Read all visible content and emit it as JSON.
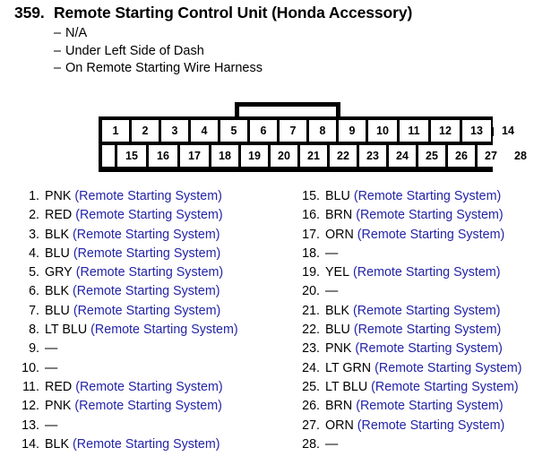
{
  "header": {
    "number": "359.",
    "title": "Remote Starting Control Unit (Honda Accessory)",
    "details": [
      {
        "dash": "–",
        "text": "N/A"
      },
      {
        "dash": "–",
        "text": "Under Left Side of Dash"
      },
      {
        "dash": "–",
        "text": "On Remote Starting Wire Harness"
      }
    ]
  },
  "connector": {
    "name": "28-pin-connector",
    "top_row": [
      "1",
      "2",
      "3",
      "4",
      "5",
      "6",
      "7",
      "8",
      "9",
      "10",
      "11",
      "12",
      "13",
      "14"
    ],
    "bottom_row": [
      "15",
      "16",
      "17",
      "18",
      "19",
      "20",
      "21",
      "22",
      "23",
      "24",
      "25",
      "26",
      "27",
      "28"
    ]
  },
  "colors": {
    "system_text": "#2323a8",
    "body_text": "#000000",
    "background": "#ffffff"
  },
  "pins": {
    "left_column": [
      {
        "num": "1.",
        "color": "PNK",
        "system": "(Remote Starting System)"
      },
      {
        "num": "2.",
        "color": "RED",
        "system": "(Remote Starting System)"
      },
      {
        "num": "3.",
        "color": "BLK",
        "system": "(Remote Starting System)"
      },
      {
        "num": "4.",
        "color": "BLU",
        "system": "(Remote Starting System)"
      },
      {
        "num": "5.",
        "color": "GRY",
        "system": "(Remote Starting System)"
      },
      {
        "num": "6.",
        "color": "BLK",
        "system": "(Remote Starting System)"
      },
      {
        "num": "7.",
        "color": "BLU",
        "system": "(Remote Starting System)"
      },
      {
        "num": "8.",
        "color": "LT BLU",
        "system": "(Remote Starting System)"
      },
      {
        "num": "9.",
        "color": "—",
        "system": ""
      },
      {
        "num": "10.",
        "color": "—",
        "system": ""
      },
      {
        "num": "11.",
        "color": "RED",
        "system": "(Remote Starting System)"
      },
      {
        "num": "12.",
        "color": "PNK",
        "system": "(Remote Starting System)"
      },
      {
        "num": "13.",
        "color": "—",
        "system": ""
      },
      {
        "num": "14.",
        "color": "BLK",
        "system": "(Remote Starting System)"
      }
    ],
    "right_column": [
      {
        "num": "15.",
        "color": "BLU",
        "system": "(Remote Starting System)"
      },
      {
        "num": "16.",
        "color": "BRN",
        "system": "(Remote Starting System)"
      },
      {
        "num": "17.",
        "color": "ORN",
        "system": "(Remote Starting System)"
      },
      {
        "num": "18.",
        "color": "—",
        "system": ""
      },
      {
        "num": "19.",
        "color": "YEL",
        "system": "(Remote Starting System)"
      },
      {
        "num": "20.",
        "color": "—",
        "system": ""
      },
      {
        "num": "21.",
        "color": "BLK",
        "system": "(Remote Starting System)"
      },
      {
        "num": "22.",
        "color": "BLU",
        "system": "(Remote Starting System)"
      },
      {
        "num": "23.",
        "color": "PNK",
        "system": "(Remote Starting System)"
      },
      {
        "num": "24.",
        "color": "LT GRN",
        "system": "(Remote Starting System)"
      },
      {
        "num": "25.",
        "color": "LT BLU",
        "system": "(Remote Starting System)"
      },
      {
        "num": "26.",
        "color": "BRN",
        "system": "(Remote Starting System)"
      },
      {
        "num": "27.",
        "color": "ORN",
        "system": "(Remote Starting System)"
      },
      {
        "num": "28.",
        "color": "—",
        "system": ""
      }
    ]
  }
}
